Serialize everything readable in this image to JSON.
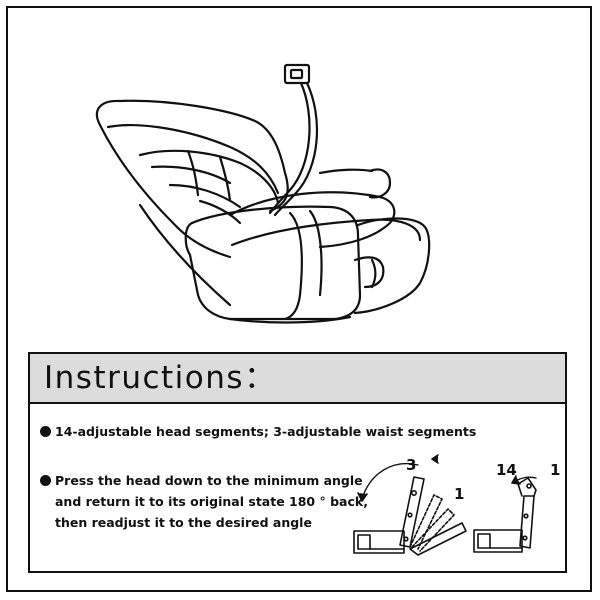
{
  "heading": "Instructions：",
  "features": [
    {
      "text": "14-adjustable head segments; 3-adjustable waist segments"
    },
    {
      "lines": [
        "Press the head down to the minimum angle",
        "and return it to its original state 180 °  back,",
        "then readjust it to the desired angle"
      ]
    }
  ],
  "diagram_left": {
    "label_top": "3",
    "label_right": "1"
  },
  "diagram_right": {
    "label_left": "14",
    "label_right": "1"
  }
}
